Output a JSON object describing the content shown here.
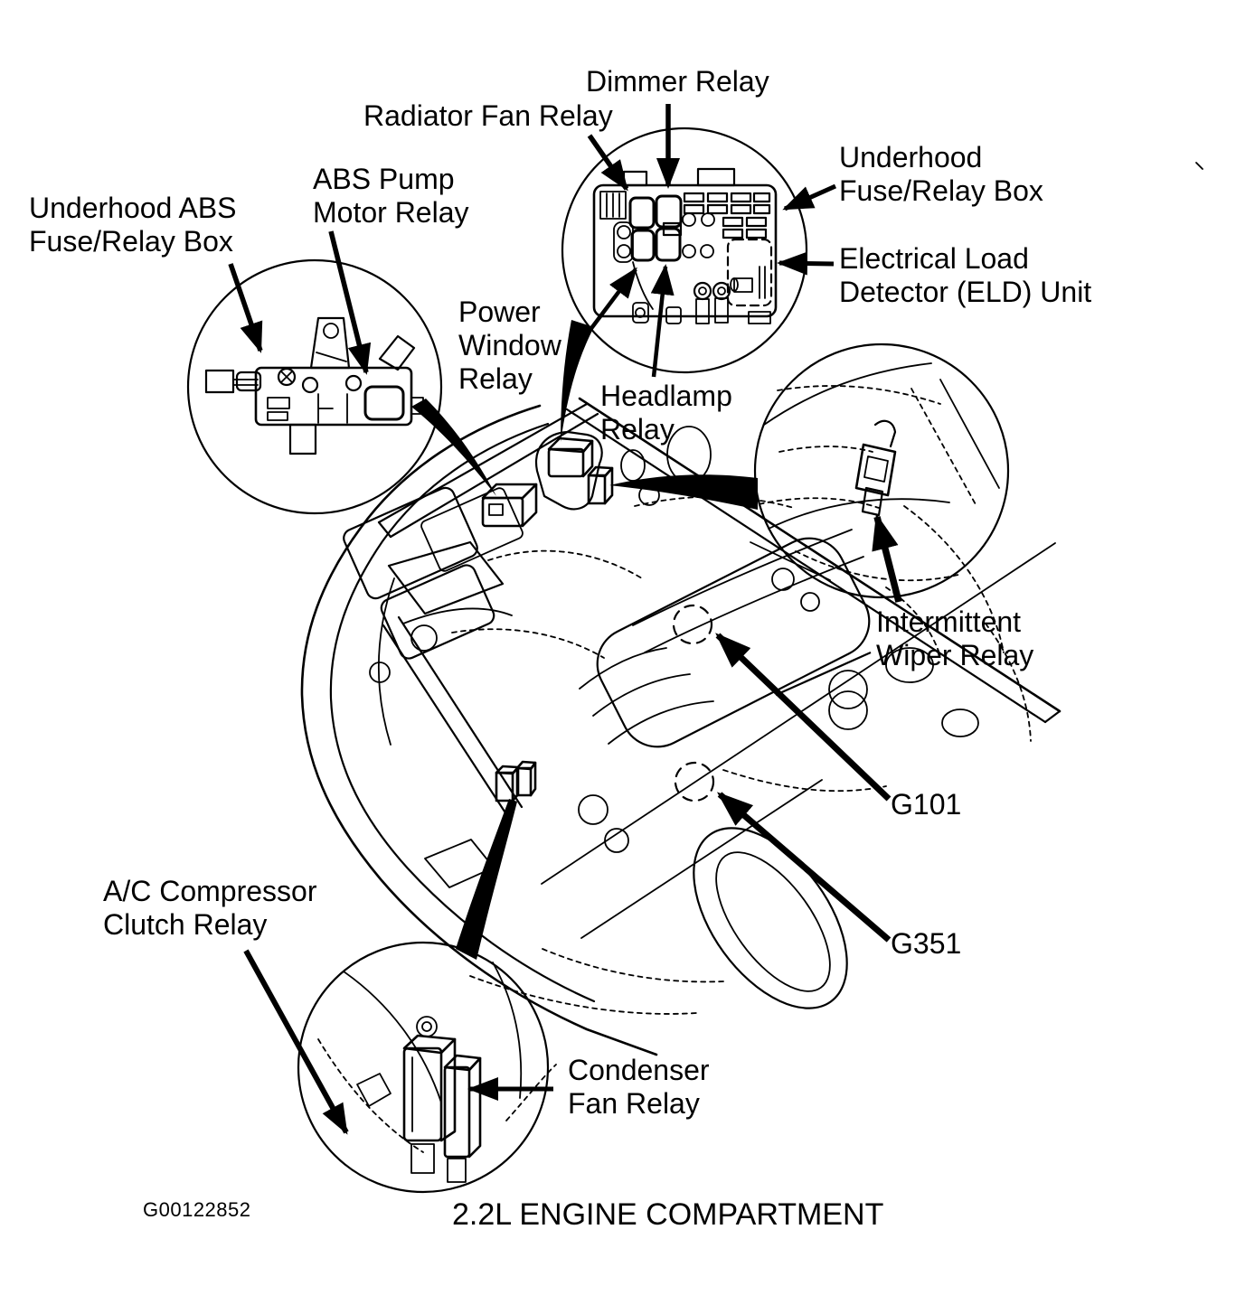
{
  "figure": {
    "id": "G00122852",
    "caption": "2.2L ENGINE COMPARTMENT"
  },
  "colors": {
    "ink": "#000000",
    "paper": "#ffffff"
  },
  "labels": {
    "dimmer_relay": "Dimmer Relay",
    "radiator_fan_relay": "Radiator Fan Relay",
    "abs_pump_motor_relay": {
      "l1": "ABS Pump",
      "l2": "Motor Relay"
    },
    "underhood_abs_box": {
      "l1": "Underhood ABS",
      "l2": "Fuse/Relay Box"
    },
    "underhood_fuse_box": {
      "l1": "Underhood",
      "l2": "Fuse/Relay Box"
    },
    "eld_unit": {
      "l1": "Electrical Load",
      "l2": "Detector (ELD) Unit"
    },
    "power_window_relay": {
      "l1": "Power",
      "l2": "Window",
      "l3": "Relay"
    },
    "headlamp_relay": {
      "l1": "Headlamp",
      "l2": "Relay"
    },
    "intermittent_wiper_relay": {
      "l1": "Intermittent",
      "l2": "Wiper Relay"
    },
    "g101": "G101",
    "g351": "G351",
    "ac_compressor_clutch_relay": {
      "l1": "A/C Compressor",
      "l2": "Clutch Relay"
    },
    "condenser_fan_relay": {
      "l1": "Condenser",
      "l2": "Fan Relay"
    }
  }
}
